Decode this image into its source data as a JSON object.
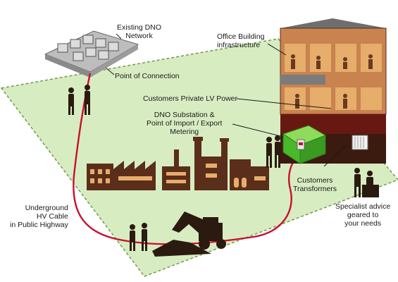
{
  "labels": {
    "existing_dno_network": [
      "Existing DNO",
      "Network"
    ],
    "point_of_connection": "Point of Connection",
    "office_building": [
      "Office Building",
      "infrastructure"
    ],
    "customers_lv_power": "Customers Private LV Power",
    "dno_substation": [
      "DNO Substation &",
      "Point of Import / Export",
      "Metering"
    ],
    "customers_transformers": [
      "Customers",
      "Transformers"
    ],
    "underground_cable": [
      "Underground",
      "HV Cable",
      "in Public Highway"
    ],
    "specialist_advice": [
      "Specialist advice",
      "geared to",
      "your needs"
    ]
  },
  "colors": {
    "ground": "#d8ecc2",
    "ground_border": "#6f9a4a",
    "cable": "#c8102e",
    "silhouette": "#3a2416",
    "factory": "#5a2e1a",
    "building_wall": "#c9834f",
    "building_window": "#e6ad6b",
    "building_roof": "#6e6e6e",
    "substation": "#49b82a"
  }
}
